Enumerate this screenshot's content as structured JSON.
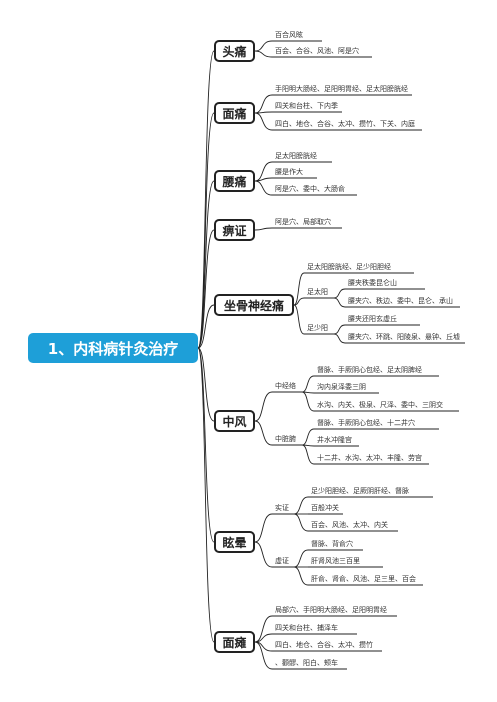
{
  "root": "1、内科病针灸治疗",
  "line_color": "#222222",
  "root_color": "#1e9fd8",
  "topics": [
    {
      "label": "头痛",
      "leaves": [
        "百合风眩",
        "百会、合谷、风池、阿是穴"
      ]
    },
    {
      "label": "面痛",
      "leaves": [
        "手阳明大肠经、足阳明胃经、足太阳膀胱经",
        "四关和台柱、下内季",
        "四白、地仓、合谷、太冲、攒竹、下关、内庭"
      ]
    },
    {
      "label": "腰痛",
      "leaves": [
        "足太阳膀胱经",
        "腰是作大",
        "阿是穴、委中、大肠俞"
      ]
    },
    {
      "label": "痹证",
      "leaves": [
        "阿是穴、局部取穴"
      ]
    },
    {
      "label": "坐骨神经痛",
      "leaves": [
        "足太阳膀胱经、足少阳胆经"
      ],
      "subs": [
        {
          "label": "足太阳",
          "leaves": [
            "腰夹秩委昆仑山",
            "腰夹穴、秩边、委中、昆仑、承山"
          ]
        },
        {
          "label": "足少阳",
          "leaves": [
            "腰夹还阳玄虚丘",
            "腰夹穴、环跳、阳陵泉、悬钟、丘墟"
          ]
        }
      ]
    },
    {
      "label": "中风",
      "subs": [
        {
          "label": "中经络",
          "leaves": [
            "督脉、手厥阴心包经、足太阴脾经",
            "沟内泉泽委三阴",
            "水沟、内关、极泉、尺泽、委中、三阴交"
          ]
        },
        {
          "label": "中脏腑",
          "leaves": [
            "督脉、手厥阴心包经、十二井穴",
            "井水冲隆宫",
            "十二井、水沟、太冲、丰隆、劳宫"
          ]
        }
      ]
    },
    {
      "label": "眩晕",
      "subs": [
        {
          "label": "实证",
          "leaves": [
            "足少阳胆经、足厥阴肝经、督脉",
            "百般冲关",
            "百会、风池、太冲、内关"
          ]
        },
        {
          "label": "虚证",
          "leaves": [
            "督脉、背俞穴",
            "肝肾风池三百里",
            "肝俞、肾俞、风池、足三里、百会"
          ]
        }
      ]
    },
    {
      "label": "面瘫",
      "leaves": [
        "局部穴、手阳明大肠经、足阳明胃经",
        "四关和台柱、捕泽车",
        "四白、地仓、合谷、太冲、攒竹",
        "、颧髎、阳白、颊车"
      ]
    }
  ]
}
